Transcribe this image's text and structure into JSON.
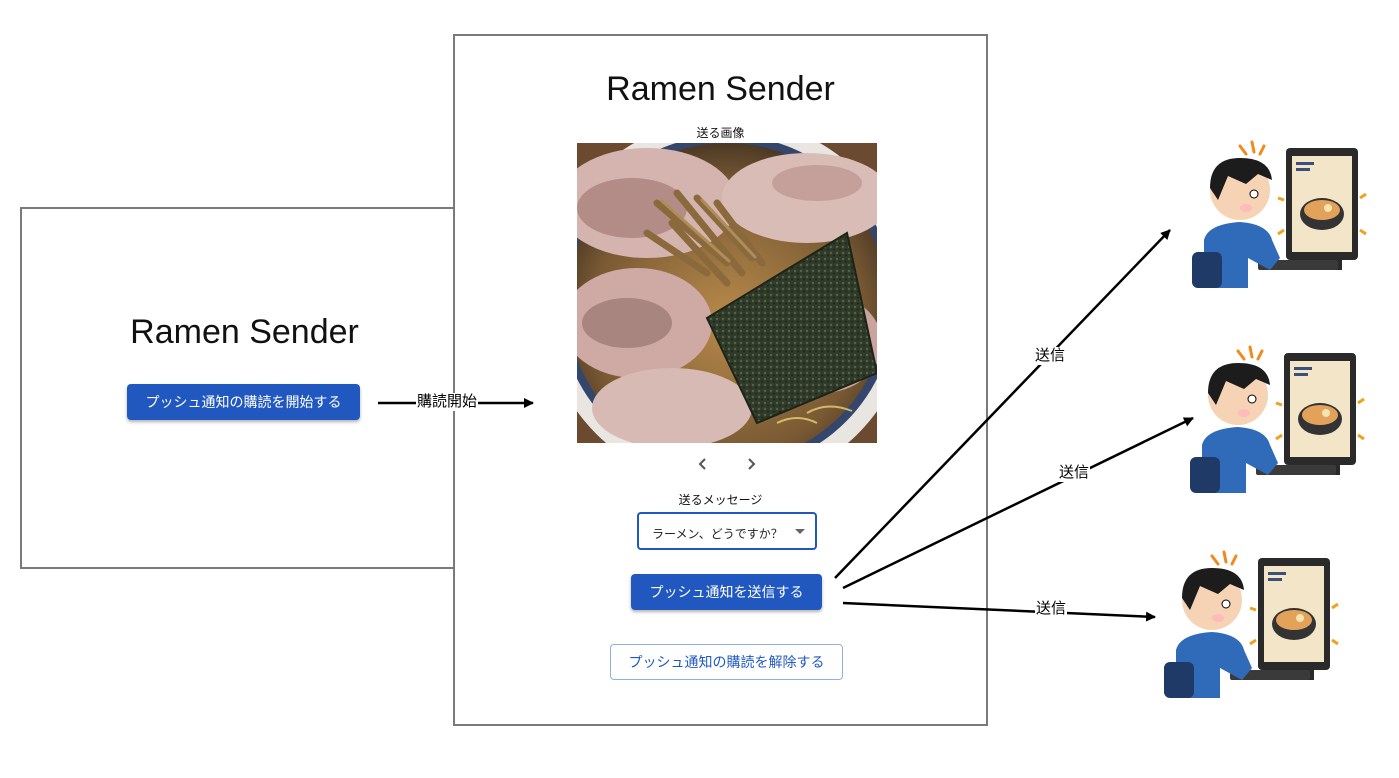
{
  "subscribe_screen": {
    "title": "Ramen Sender",
    "subscribe_button": "プッシュ通知の購読を開始する"
  },
  "sender_screen": {
    "title": "Ramen Sender",
    "image_label": "送る画像",
    "message_label": "送るメッセージ",
    "message_value": "ラーメン、どうですか？",
    "send_button": "プッシュ通知を送信する",
    "unsubscribe_button": "プッシュ通知の購読を解除する"
  },
  "edges": {
    "subscribe": "購読開始",
    "send_1": "送信",
    "send_2": "送信",
    "send_3": "送信"
  },
  "icons": [
    "chevron-left-icon",
    "chevron-right-icon",
    "dropdown-caret-icon",
    "person-at-computer-icon"
  ],
  "colors": {
    "primary": "#2058c0",
    "border": "#7a7a7a"
  }
}
